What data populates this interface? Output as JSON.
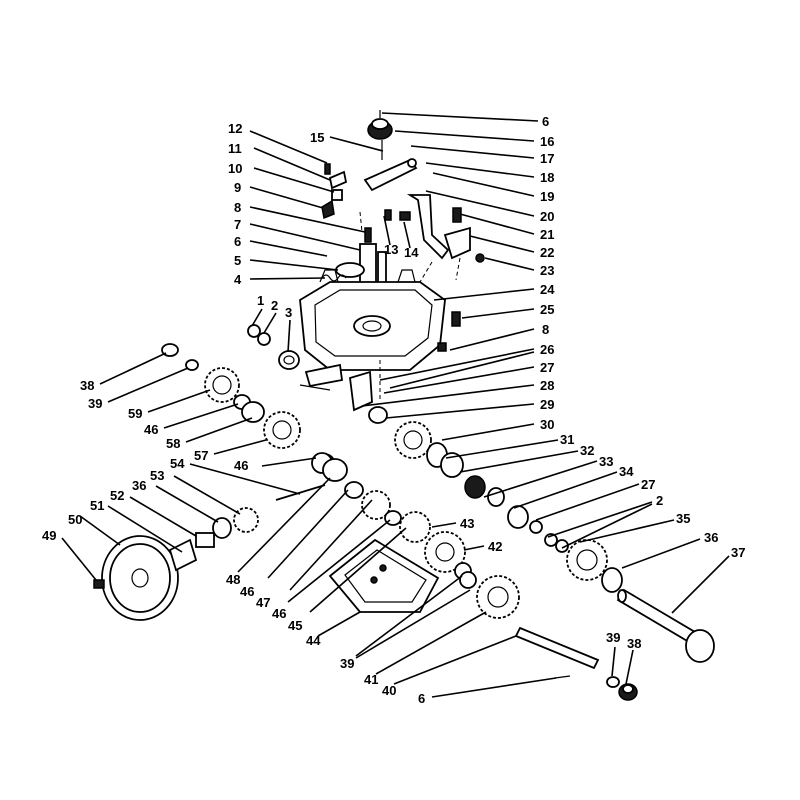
{
  "callouts": [
    {
      "id": "c6a",
      "text": "6"
    },
    {
      "id": "c16",
      "text": "16"
    },
    {
      "id": "c17",
      "text": "17"
    },
    {
      "id": "c18",
      "text": "18"
    },
    {
      "id": "c19",
      "text": "19"
    },
    {
      "id": "c20",
      "text": "20"
    },
    {
      "id": "c21",
      "text": "21"
    },
    {
      "id": "c22",
      "text": "22"
    },
    {
      "id": "c23",
      "text": "23"
    },
    {
      "id": "c24",
      "text": "24"
    },
    {
      "id": "c25",
      "text": "25"
    },
    {
      "id": "c8b",
      "text": "8"
    },
    {
      "id": "c26",
      "text": "26"
    },
    {
      "id": "c27a",
      "text": "27"
    },
    {
      "id": "c28",
      "text": "28"
    },
    {
      "id": "c29",
      "text": "29"
    },
    {
      "id": "c30",
      "text": "30"
    },
    {
      "id": "c31",
      "text": "31"
    },
    {
      "id": "c32",
      "text": "32"
    },
    {
      "id": "c33",
      "text": "33"
    },
    {
      "id": "c34",
      "text": "34"
    },
    {
      "id": "c27b",
      "text": "27"
    },
    {
      "id": "c2b",
      "text": "2"
    },
    {
      "id": "c35",
      "text": "35"
    },
    {
      "id": "c36b",
      "text": "36"
    },
    {
      "id": "c37",
      "text": "37"
    },
    {
      "id": "c12",
      "text": "12"
    },
    {
      "id": "c15",
      "text": "15"
    },
    {
      "id": "c11",
      "text": "11"
    },
    {
      "id": "c10",
      "text": "10"
    },
    {
      "id": "c9",
      "text": "9"
    },
    {
      "id": "c8a",
      "text": "8"
    },
    {
      "id": "c7",
      "text": "7"
    },
    {
      "id": "c6b",
      "text": "6"
    },
    {
      "id": "c5",
      "text": "5"
    },
    {
      "id": "c4",
      "text": "4"
    },
    {
      "id": "c13",
      "text": "13"
    },
    {
      "id": "c14",
      "text": "14"
    },
    {
      "id": "c1",
      "text": "1"
    },
    {
      "id": "c2a",
      "text": "2"
    },
    {
      "id": "c3",
      "text": "3"
    },
    {
      "id": "c38a",
      "text": "38"
    },
    {
      "id": "c39a",
      "text": "39"
    },
    {
      "id": "c59",
      "text": "59"
    },
    {
      "id": "c46a",
      "text": "46"
    },
    {
      "id": "c58",
      "text": "58"
    },
    {
      "id": "c57",
      "text": "57"
    },
    {
      "id": "c46b",
      "text": "46"
    },
    {
      "id": "c54",
      "text": "54"
    },
    {
      "id": "c53",
      "text": "53"
    },
    {
      "id": "c36a",
      "text": "36"
    },
    {
      "id": "c52",
      "text": "52"
    },
    {
      "id": "c51",
      "text": "51"
    },
    {
      "id": "c50",
      "text": "50"
    },
    {
      "id": "c49",
      "text": "49"
    },
    {
      "id": "c48",
      "text": "48"
    },
    {
      "id": "c46c",
      "text": "46"
    },
    {
      "id": "c47",
      "text": "47"
    },
    {
      "id": "c46d",
      "text": "46"
    },
    {
      "id": "c45",
      "text": "45"
    },
    {
      "id": "c44",
      "text": "44"
    },
    {
      "id": "c43",
      "text": "43"
    },
    {
      "id": "c42",
      "text": "42"
    },
    {
      "id": "c39b",
      "text": "39"
    },
    {
      "id": "c41",
      "text": "41"
    },
    {
      "id": "c40",
      "text": "40"
    },
    {
      "id": "c6c",
      "text": "6"
    },
    {
      "id": "c39c",
      "text": "39"
    },
    {
      "id": "c38b",
      "text": "38"
    }
  ]
}
